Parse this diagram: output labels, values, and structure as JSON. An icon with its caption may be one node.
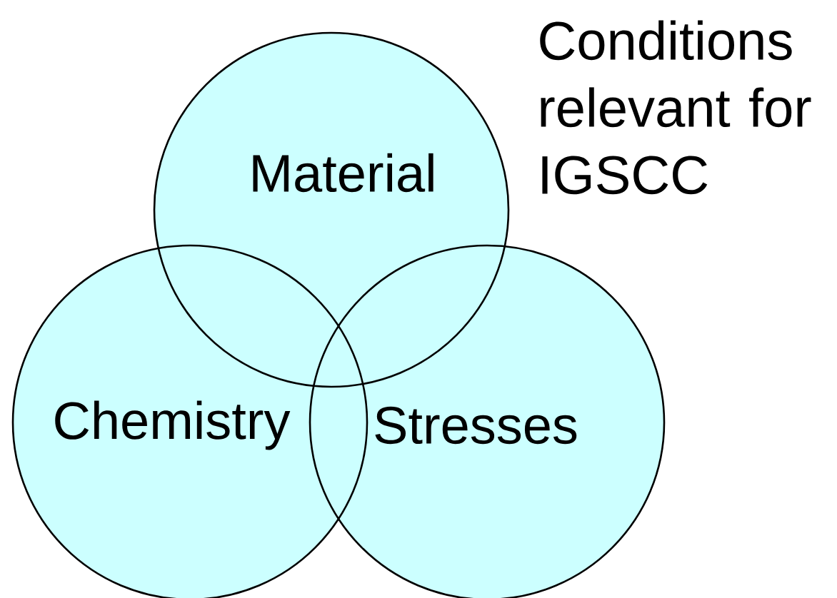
{
  "diagram": {
    "title": "Conditions relevant for IGSCC",
    "nodes": [
      {
        "text": [
          "Material"
        ]
      },
      {
        "text": [
          "Chemistry"
        ]
      },
      {
        "text": [
          "Stresses"
        ]
      }
    ]
  }
}
